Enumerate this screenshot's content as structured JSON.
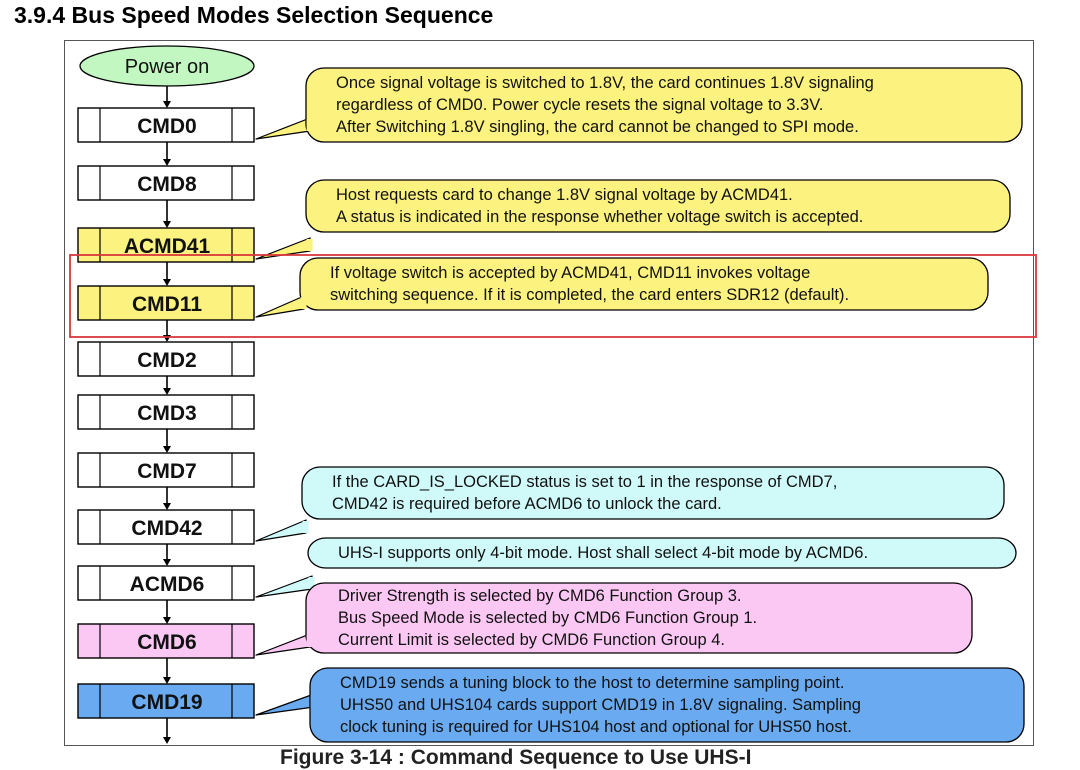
{
  "title": "3.9.4 Bus Speed Modes Selection Sequence",
  "caption": "Figure 3-14 : Command Sequence to Use UHS-I",
  "colors": {
    "line": "#000000",
    "box_white": "#ffffff",
    "yellow": "#fbf27f",
    "cyan": "#d0f9f9",
    "pink": "#fbc8f4",
    "blue": "#6aaaf0",
    "start": "#c2f7c2",
    "highlight": "#d9383c"
  },
  "start": {
    "label": "Power on"
  },
  "steps": [
    {
      "label": "CMD0",
      "color": "white"
    },
    {
      "label": "CMD8",
      "color": "white"
    },
    {
      "label": "ACMD41",
      "color": "yellow"
    },
    {
      "label": "CMD11",
      "color": "yellow"
    },
    {
      "label": "CMD2",
      "color": "white"
    },
    {
      "label": "CMD3",
      "color": "white"
    },
    {
      "label": "CMD7",
      "color": "white"
    },
    {
      "label": "CMD42",
      "color": "white"
    },
    {
      "label": "ACMD6",
      "color": "white"
    },
    {
      "label": "CMD6",
      "color": "pink"
    },
    {
      "label": "CMD19",
      "color": "blue"
    }
  ],
  "notes": [
    {
      "step": 0,
      "color": "yellow",
      "lines": [
        "Once signal voltage is switched to 1.8V, the card continues 1.8V signaling",
        "regardless of CMD0. Power cycle resets the signal voltage to 3.3V.",
        "After Switching 1.8V singling, the card cannot be changed to SPI mode."
      ]
    },
    {
      "step": 2,
      "color": "yellow",
      "lines": [
        "Host requests card to change 1.8V signal voltage by ACMD41.",
        "A status is indicated in the response whether voltage switch is accepted."
      ]
    },
    {
      "step": 3,
      "color": "yellow",
      "lines": [
        "If voltage switch is accepted by ACMD41, CMD11 invokes voltage",
        "switching sequence. If it is completed, the card enters SDR12 (default)."
      ]
    },
    {
      "step": 7,
      "color": "cyan",
      "lines": [
        "If the CARD_IS_LOCKED status is set to 1 in the response of CMD7,",
        "CMD42 is required before ACMD6 to unlock the card."
      ]
    },
    {
      "step": 8,
      "color": "cyan",
      "lines": [
        "UHS-I supports only 4-bit mode. Host shall select 4-bit mode by ACMD6."
      ]
    },
    {
      "step": 9,
      "color": "pink",
      "lines": [
        "Driver Strength is selected by CMD6 Function Group 3.",
        "Bus Speed Mode is selected by CMD6 Function Group 1.",
        "Current Limit is selected by CMD6 Function Group 4."
      ]
    },
    {
      "step": 10,
      "color": "blue",
      "lines": [
        "CMD19 sends a tuning block to the host to determine sampling point.",
        "UHS50 and UHS104 cards support CMD19 in 1.8V signaling. Sampling",
        "clock tuning is required for UHS104 host and optional for UHS50 host."
      ]
    }
  ],
  "highlight_step": 3
}
